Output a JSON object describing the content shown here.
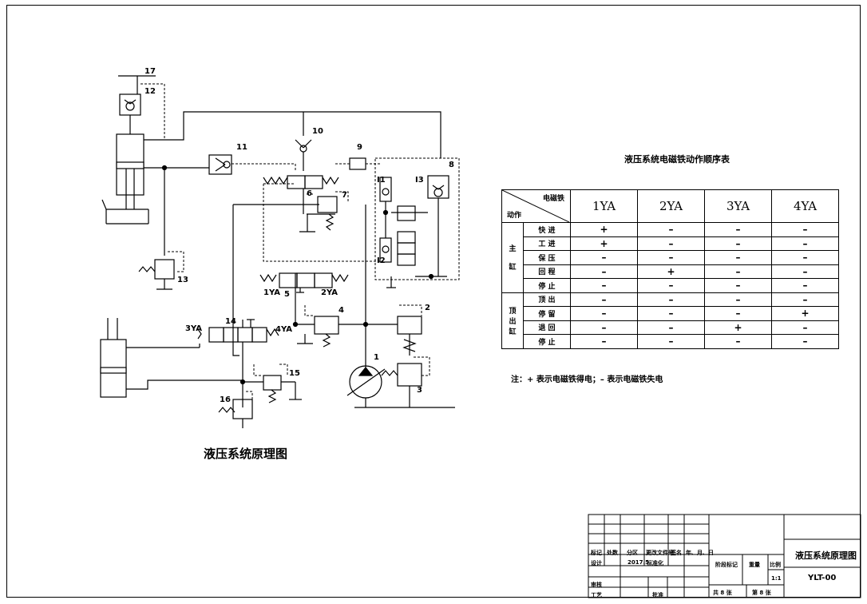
{
  "diagram": {
    "title": "液压系统原理图",
    "labels": [
      "17",
      "12",
      "10",
      "11",
      "9",
      "8",
      "I3",
      "I1",
      "6",
      "7",
      "I2",
      "1YA",
      "5",
      "2YA",
      "13",
      "4",
      "2",
      "3YA",
      "14",
      "4YA",
      "1",
      "3",
      "15",
      "16"
    ]
  },
  "sequence_table": {
    "title": "液压系统电磁铁动作顺序表",
    "corner_top": "电磁铁",
    "corner_bottom": "动作",
    "columns": [
      "1YA",
      "2YA",
      "3YA",
      "4YA"
    ],
    "groups": [
      {
        "name": [
          "主",
          "缸"
        ],
        "rows": [
          {
            "action": "快 进",
            "values": [
              "+",
              "–",
              "–",
              "–"
            ]
          },
          {
            "action": "工 进",
            "values": [
              "+",
              "–",
              "–",
              "–"
            ]
          },
          {
            "action": "保 压",
            "values": [
              "–",
              "–",
              "–",
              "–"
            ]
          },
          {
            "action": "回 程",
            "values": [
              "–",
              "+",
              "–",
              "–"
            ]
          },
          {
            "action": "停 止",
            "values": [
              "–",
              "–",
              "–",
              "–"
            ]
          }
        ]
      },
      {
        "name": [
          "顶",
          "出",
          "缸"
        ],
        "rows": [
          {
            "action": "顶 出",
            "values": [
              "–",
              "–",
              "–",
              "–"
            ]
          },
          {
            "action": "停 留",
            "values": [
              "–",
              "–",
              "–",
              "+"
            ]
          },
          {
            "action": "退 回",
            "values": [
              "–",
              "–",
              "+",
              "–"
            ]
          },
          {
            "action": "停 止",
            "values": [
              "–",
              "–",
              "–",
              "–"
            ]
          }
        ]
      }
    ],
    "note": "注：+ 表示电磁铁得电；– 表示电磁铁失电"
  },
  "title_block": {
    "header": [
      "标记",
      "处数",
      "分区",
      "更改文件号",
      "签名",
      "年、月、日"
    ],
    "design": "设计",
    "date": "2017.5",
    "std": "标准化",
    "review": "审核",
    "process": "工艺",
    "approve": "批准",
    "stage": "阶段标记",
    "weight": "重量",
    "scale": "比例",
    "scale_value": "1:1",
    "sheets": "共 8 张",
    "sheet_no": "第 8 张",
    "drawing_name": "液压系统原理图",
    "drawing_code": "YLT-00"
  }
}
